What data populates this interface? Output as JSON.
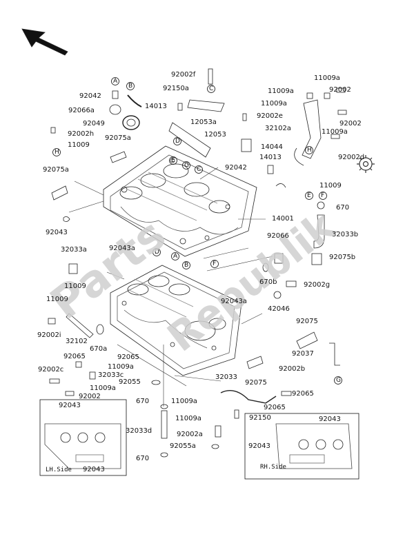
{
  "diagram": {
    "watermark": {
      "line1": "Parts",
      "line2": "Republik"
    },
    "inset_left": {
      "label": "LH.Side",
      "parts": [
        "92043",
        "92043"
      ]
    },
    "inset_right": {
      "label": "RH.Side",
      "parts": [
        "92043",
        "92043"
      ]
    },
    "callouts": [
      "A",
      "B",
      "C",
      "D",
      "E",
      "F",
      "G",
      "H"
    ],
    "parts": {
      "p92002f": "92002f",
      "p92150a": "92150a",
      "p11009a_top": "11009a",
      "p11009a_1": "11009a",
      "p92002_1": "92002",
      "p11009a_2": "11009a",
      "p92002e": "92002e",
      "p92002_2": "92002",
      "p32102a": "32102a",
      "p11009a_3": "11009a",
      "p92042_top": "92042",
      "p14013_1": "14013",
      "p12053a": "12053a",
      "p12053": "12053",
      "p92066a": "92066a",
      "p92049": "92049",
      "p92002h": "92002h",
      "p11009_1": "11009",
      "p92075a_1": "92075a",
      "p14044": "14044",
      "p92002d": "92002d",
      "p92075a_2": "92075a",
      "p14013_2": "14013",
      "p92042_2": "92042",
      "p11009_2": "11009",
      "p670_1": "670",
      "p14001": "14001",
      "p92043_1": "92043",
      "p32033b": "32033b",
      "p92066": "92066",
      "p92075b": "92075b",
      "p32033a": "32033a",
      "p92043a_1": "92043a",
      "p670b": "670b",
      "p11009_3": "11009",
      "p92002g": "92002g",
      "p11009_4": "11009",
      "p92043a_2": "92043a",
      "p42046": "42046",
      "p92002i": "92002i",
      "p32102": "32102",
      "p92075": "92075",
      "p670a": "670a",
      "p92065_1": "92065",
      "p92065_2": "92065",
      "p92037": "92037",
      "p11009a_4": "11009a",
      "p92002c": "92002c",
      "p32033c": "32033c",
      "p92002b": "92002b",
      "p92055": "92055",
      "p11009a_5": "11009a",
      "p32033": "32033",
      "p92002_3": "92002",
      "p92075_2": "92075",
      "p92065_3": "92065",
      "p670_2": "670",
      "p11009a_6": "11009a",
      "p92065_4": "92065",
      "p11009a_7": "11009a",
      "p92150": "92150",
      "p32033d": "32033d",
      "p92002a": "92002a",
      "p92055a": "92055a",
      "p670_3": "670"
    }
  }
}
